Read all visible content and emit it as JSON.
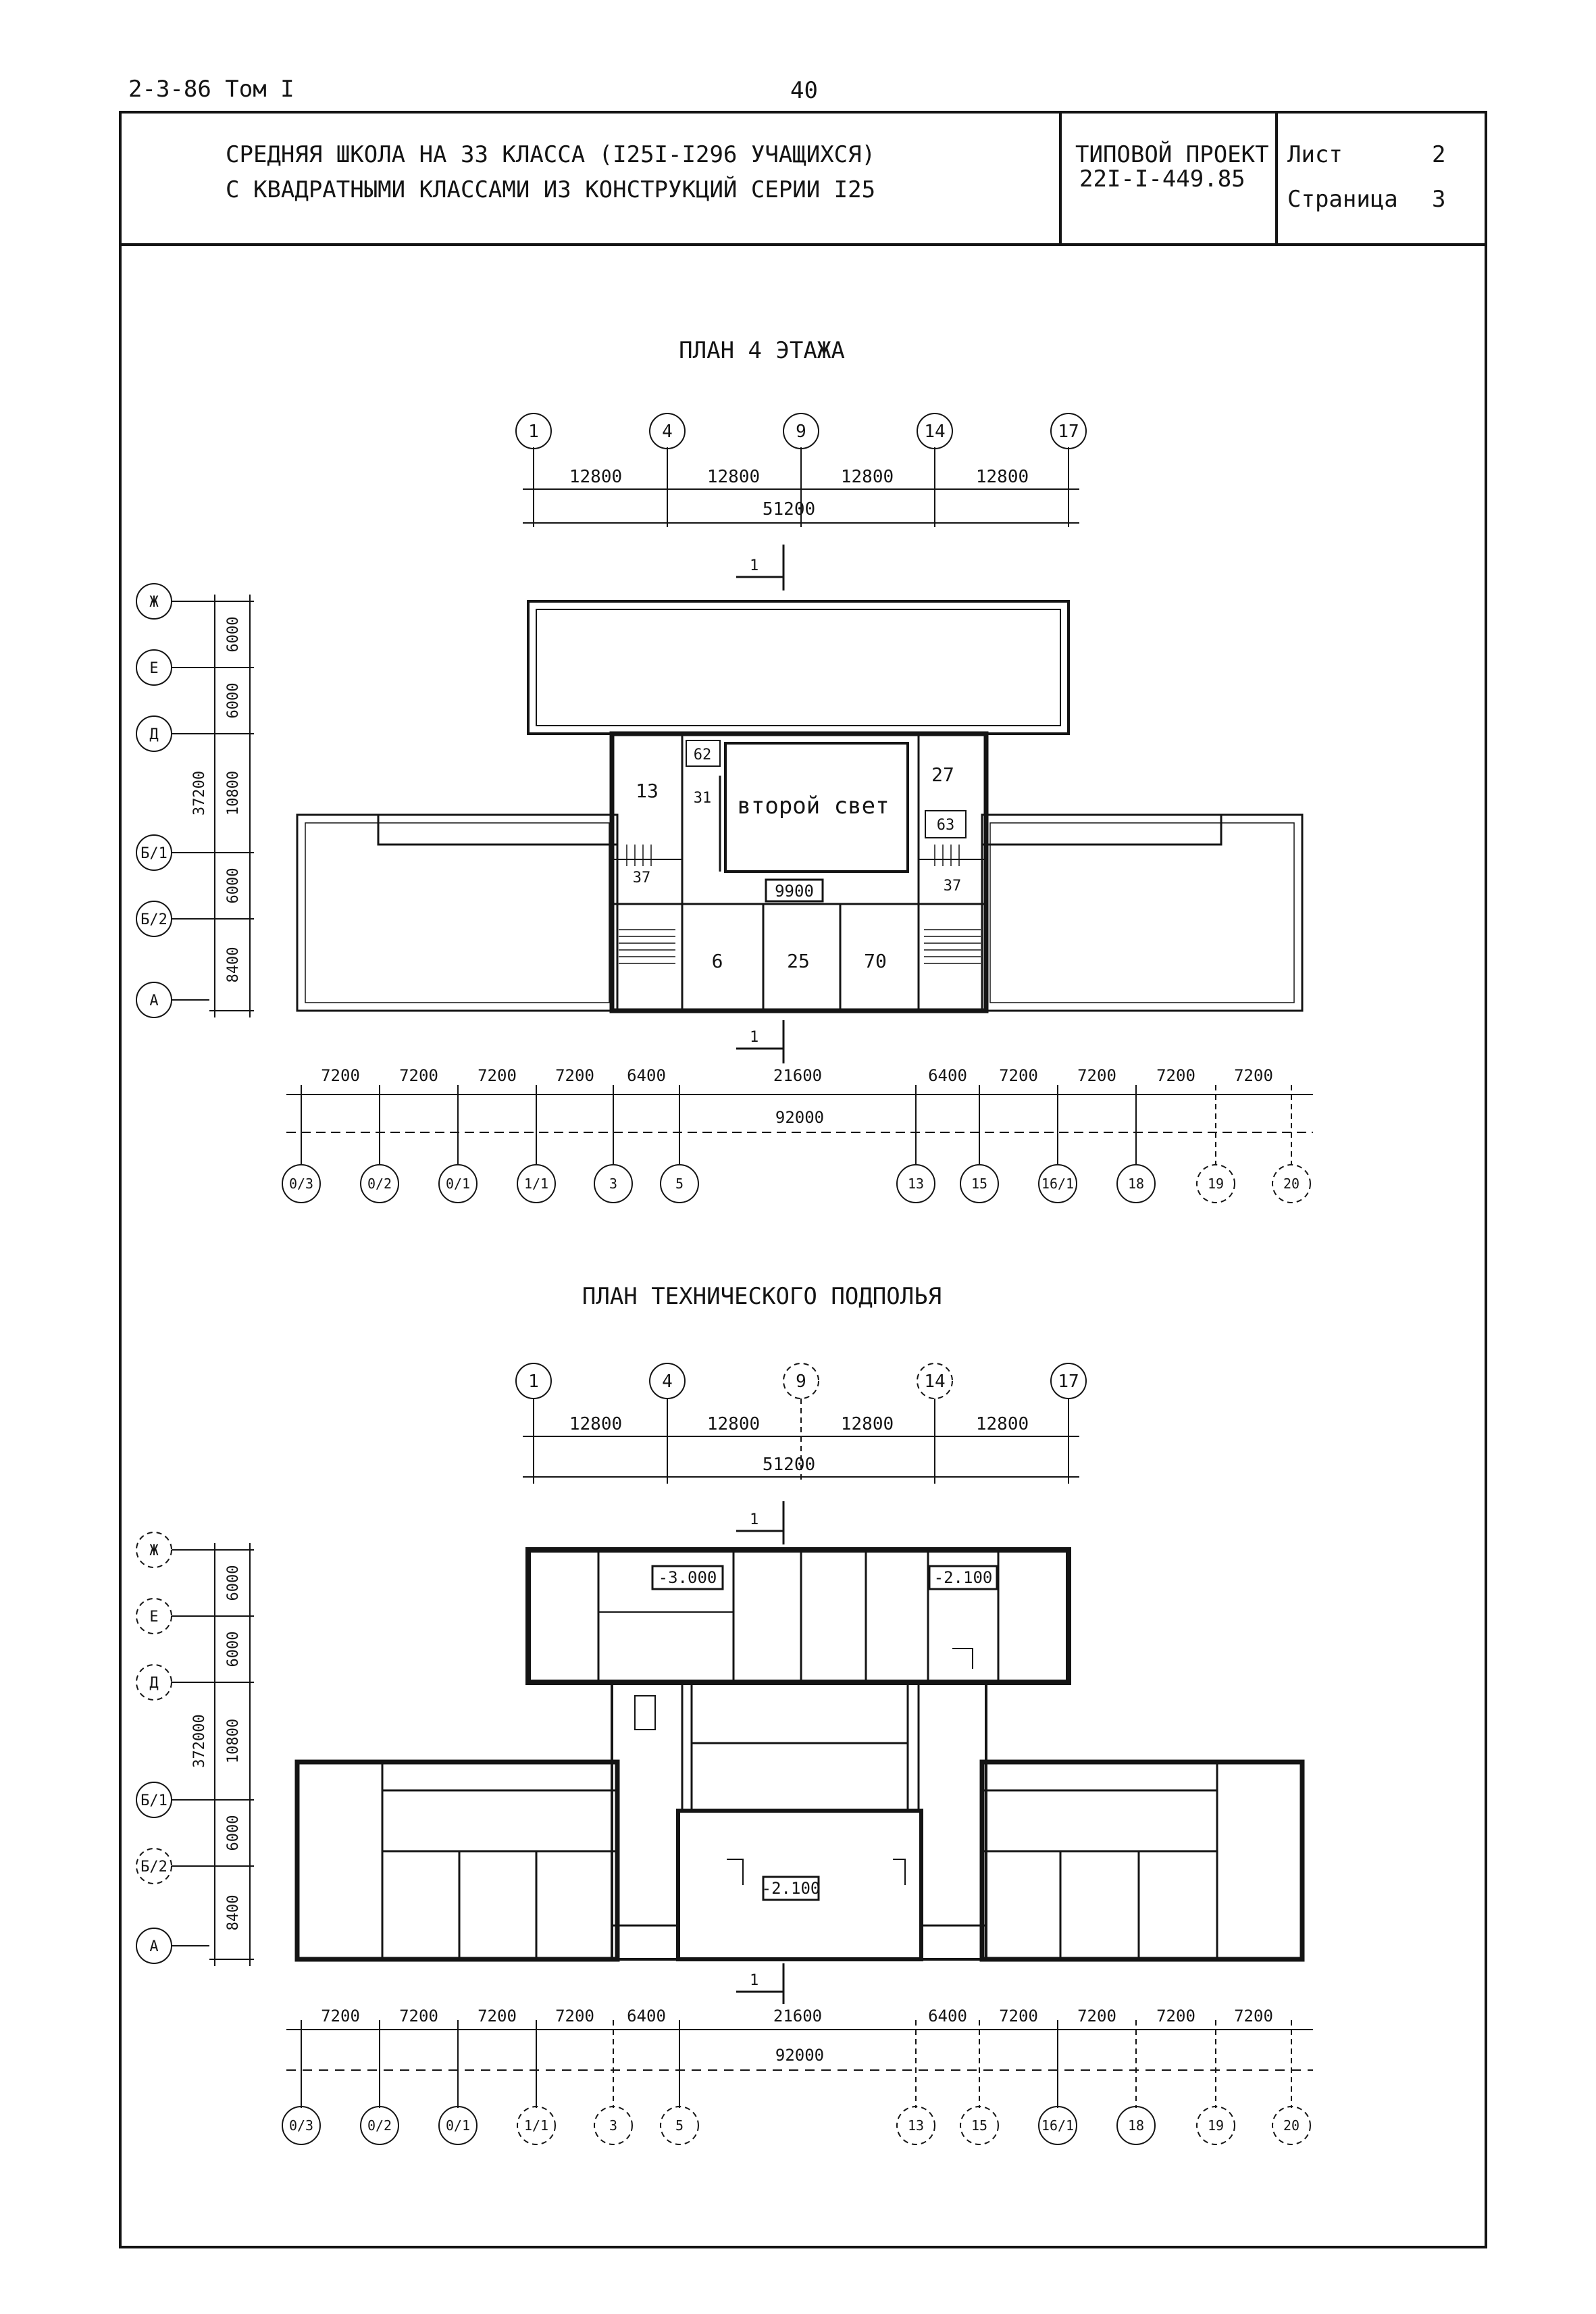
{
  "page": {
    "doc_code": "2-3-86 Том I",
    "page_number": "40"
  },
  "title_block": {
    "title_line1": "СРЕДНЯЯ ШКОЛА НА 33 КЛАССА (I25I-I296 УЧАЩИХСЯ)",
    "title_line2": "С КВАДРАТНЫМИ КЛАССАМИ ИЗ КОНСТРУКЦИЙ СЕРИИ I25",
    "project_label": "ТИПОВОЙ ПРОЕКТ",
    "project_number": "22I-I-449.85",
    "sheet_label": "Лист",
    "sheet_value": "2",
    "page_label": "Страница",
    "page_value": "3"
  },
  "plan1": {
    "title": "ПЛАН 4 ЭТАЖА",
    "top_axes": [
      "1",
      "4",
      "9",
      "14",
      "17"
    ],
    "top_dims": [
      "12800",
      "12800",
      "12800",
      "12800"
    ],
    "top_total": "51200",
    "left_axes": [
      "Ж",
      "Е",
      "Д",
      "Б/1",
      "Б/2",
      "А"
    ],
    "left_dims": [
      "6000",
      "6000",
      "10800",
      "6000",
      "8400"
    ],
    "left_total": "37200",
    "bottom_axes": [
      "0/3",
      "0/2",
      "0/1",
      "1/1",
      "3",
      "5",
      "13",
      "15",
      "16/1",
      "18",
      "19",
      "20"
    ],
    "bottom_dims": [
      "7200",
      "7200",
      "7200",
      "7200",
      "6400",
      "21600",
      "6400",
      "7200",
      "7200",
      "7200",
      "7200"
    ],
    "bottom_total": "92000",
    "section_mark": "1",
    "rooms": {
      "r13": "13",
      "r62": "62",
      "r31": "31",
      "second_light": "второй свет",
      "r27": "27",
      "r63": "63",
      "r37a": "37",
      "r37b": "37",
      "level": "9900",
      "r6": "6",
      "r25": "25",
      "r70": "70"
    }
  },
  "plan2": {
    "title": "ПЛАН ТЕХНИЧЕСКОГО ПОДПОЛЬЯ",
    "top_axes": [
      "1",
      "4",
      "9",
      "14",
      "17"
    ],
    "top_dims": [
      "12800",
      "12800",
      "12800",
      "12800"
    ],
    "top_total": "51200",
    "left_axes": [
      "Ж",
      "Е",
      "Д",
      "Б/1",
      "Б/2",
      "А"
    ],
    "left_dims": [
      "6000",
      "6000",
      "10800",
      "6000",
      "8400"
    ],
    "left_total": "372000",
    "bottom_axes": [
      "0/3",
      "0/2",
      "0/1",
      "1/1",
      "3",
      "5",
      "13",
      "15",
      "16/1",
      "18",
      "19",
      "20"
    ],
    "bottom_dims": [
      "7200",
      "7200",
      "7200",
      "7200",
      "6400",
      "21600",
      "6400",
      "7200",
      "7200",
      "7200",
      "7200"
    ],
    "bottom_total": "92000",
    "section_mark": "1",
    "levels": {
      "lv1": "-3.000",
      "lv2": "-2.100",
      "lv3": "-2.100"
    }
  }
}
